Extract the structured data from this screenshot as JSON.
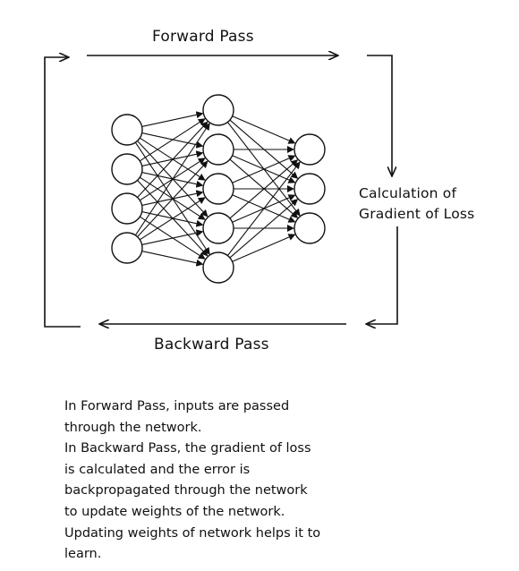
{
  "diagram": {
    "forward_label": "Forward Pass",
    "backward_label": "Backward Pass",
    "gradient_label": [
      "Calculation of",
      "Gradient of Loss"
    ],
    "network": {
      "layers": [
        4,
        5,
        3
      ]
    },
    "stroke_color": "#111111"
  },
  "explanation": {
    "lines": [
      "In Forward Pass, inputs are passed",
      "through the network.",
      "In Backward Pass, the gradient of loss",
      "is calculated and the error is",
      "backpropagated through the network",
      "to update weights of the network.",
      "Updating weights of network helps it to",
      "learn."
    ]
  }
}
